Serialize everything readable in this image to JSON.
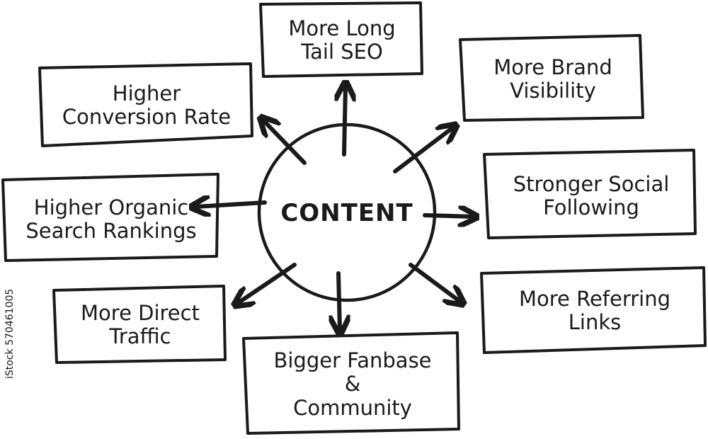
{
  "center": {
    "label": "CONTENT"
  },
  "boxes": {
    "long_tail_seo": {
      "line1": "More Long",
      "line2": "Tail SEO"
    },
    "brand_visibility": {
      "line1": "More Brand",
      "line2": "Visibility"
    },
    "conversion_rate": {
      "line1": "Higher",
      "line2": "Conversion Rate"
    },
    "social_following": {
      "line1": "Stronger Social",
      "line2": "Following"
    },
    "organic_rankings": {
      "line1": "Higher Organic",
      "line2": "Search Rankings"
    },
    "referring_links": {
      "line1": "More Referring",
      "line2": "Links"
    },
    "direct_traffic": {
      "line1": "More Direct",
      "line2": "Traffic"
    },
    "fanbase_community": {
      "line1": "Bigger Fanbase",
      "line2": "&",
      "line3": "Community"
    }
  },
  "stock_id": "570461005",
  "stock_prefix": "iStock",
  "colors": {
    "ink": "#1a1a1a",
    "background": "#ffffff"
  }
}
